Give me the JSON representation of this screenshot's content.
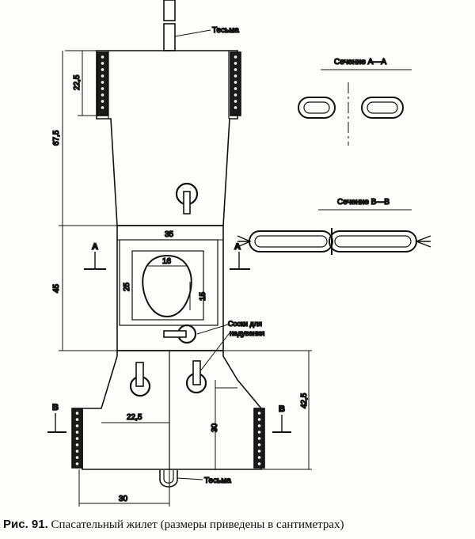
{
  "labels": {
    "tape_top": "Тесьма",
    "tape_bottom": "Тесьма",
    "section_aa": "Сечение А—А",
    "section_bb": "Сечение В—В",
    "valves": "Соски для\nнадувания",
    "valves_line1": "Соски для",
    "valves_line2": "надувания"
  },
  "dimensions": {
    "strap_height": "22,5",
    "upper_height": "67,5",
    "middle_height": "45",
    "panel_width": "35",
    "cutout_width": "16",
    "cutout_outer_height": "25",
    "cutout_inner_height": "15",
    "flap_width": "22,5",
    "flap_height": "30",
    "lower_height": "42,5",
    "bottom_width": "30"
  },
  "markers": {
    "a_left": "А",
    "a_right": "А",
    "b_left": "В",
    "b_right": "В"
  },
  "caption": {
    "prefix": "Рис. 91.",
    "text": "Спасательный жилет (размеры приведены в сантиметрах)"
  }
}
